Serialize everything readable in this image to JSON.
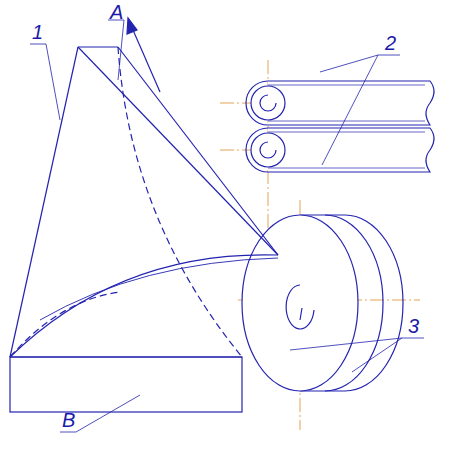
{
  "diagram": {
    "labels": [
      "1",
      "A",
      "2",
      "3",
      "B"
    ]
  }
}
